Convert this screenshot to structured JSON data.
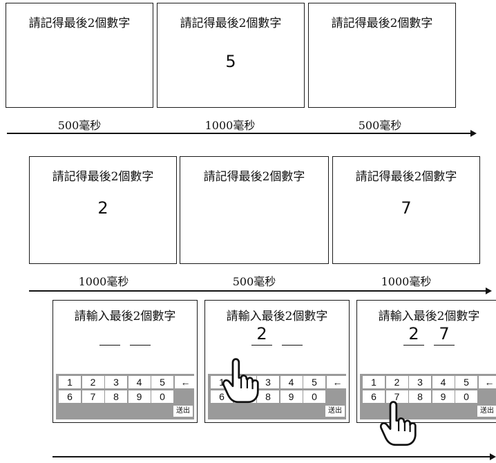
{
  "row1": {
    "frames": [
      {
        "title": "請記得最後2個數字",
        "digit": ""
      },
      {
        "title": "請記得最後2個數字",
        "digit": "5"
      },
      {
        "title": "請記得最後2個數字",
        "digit": ""
      }
    ],
    "durations": [
      "500毫秒",
      "1000毫秒",
      "500毫秒"
    ]
  },
  "row2": {
    "frames": [
      {
        "title": "請記得最後2個數字",
        "digit": "2"
      },
      {
        "title": "請記得最後2個數字",
        "digit": ""
      },
      {
        "title": "請記得最後2個數字",
        "digit": "7"
      }
    ],
    "durations": [
      "1000毫秒",
      "500毫秒",
      "1000毫秒"
    ]
  },
  "row3": {
    "screens": [
      {
        "title": "請輸入最後2個數字",
        "answer": [
          "",
          ""
        ]
      },
      {
        "title": "請輸入最後2個數字",
        "answer": [
          "2",
          ""
        ]
      },
      {
        "title": "請輸入最後2個數字",
        "answer": [
          "2",
          "7"
        ]
      }
    ]
  },
  "keypad": {
    "keys": [
      "1",
      "2",
      "3",
      "4",
      "5",
      "←",
      "6",
      "7",
      "8",
      "9",
      "0"
    ],
    "send_label": "送出"
  },
  "icons": {
    "cursor": "pointing-hand-icon",
    "backspace": "backspace-arrow-icon"
  }
}
